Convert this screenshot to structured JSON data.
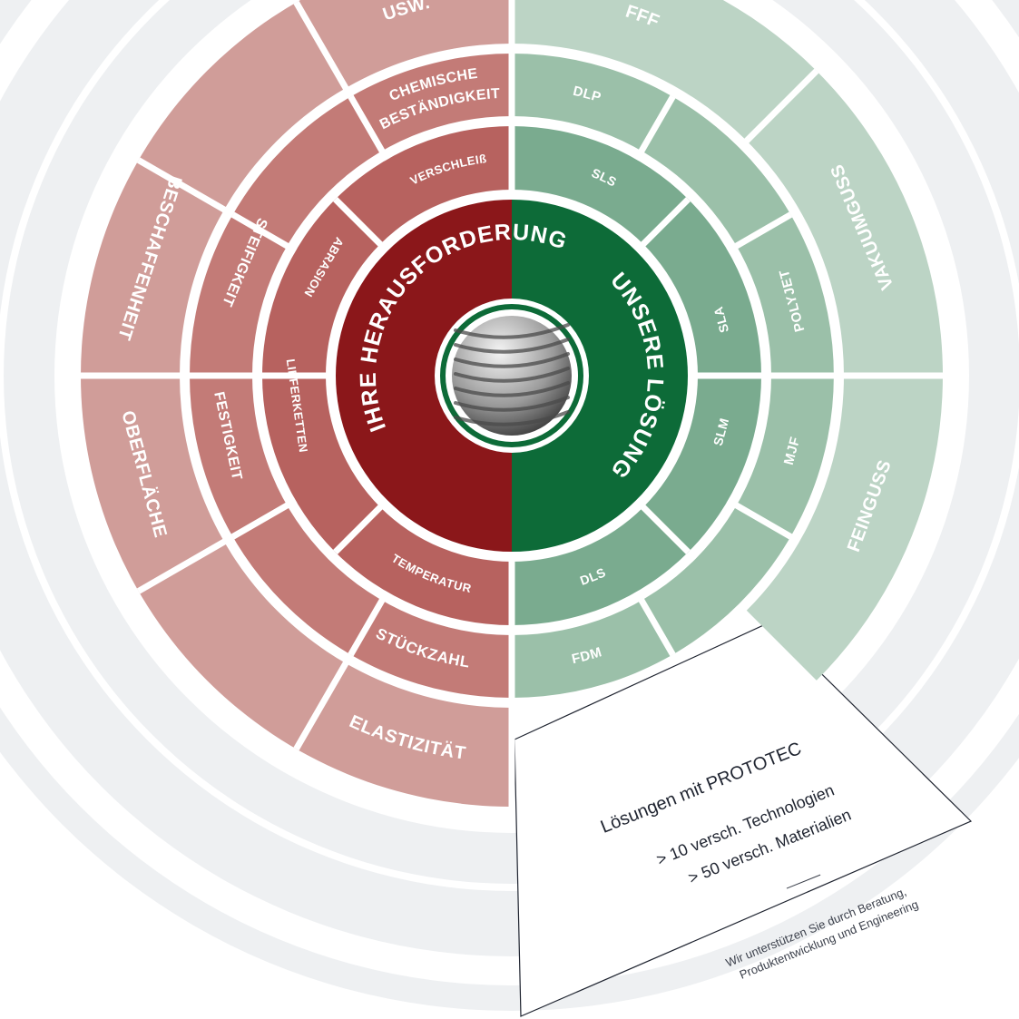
{
  "colors": {
    "background": "#ffffff",
    "backdrop_ring": "#eef0f2",
    "challenge_core": "#8b171a",
    "challenge_inner": "#b7625f",
    "challenge_middle": "#c37b77",
    "challenge_outer": "#d09d99",
    "solution_core": "#0d6b38",
    "solution_inner": "#7aab8f",
    "solution_middle": "#9bc0a9",
    "solution_outer": "#bcd4c5",
    "separator": "#ffffff",
    "callout_border": "#1f2430"
  },
  "core": {
    "challenge_label": "IHRE HERAUSFORDERUNG",
    "solution_label": "UNSERE LÖSUNG",
    "logo_icon": "striped-globe-icon"
  },
  "challenge": {
    "inner": [
      {
        "label": "LIEFERKETTEN"
      },
      {
        "label": "ABRASION"
      },
      {
        "label": "VERSCHLEIß"
      },
      {
        "label": "TEMPERATUR"
      }
    ],
    "middle": [
      {
        "label": "FESTIGKEIT"
      },
      {
        "label": "STEIFIGKEIT"
      },
      {
        "label": "CHEMISCHE"
      },
      {
        "label": "BESTÄNDIGKEIT"
      },
      {
        "label": "STÜCKZAHL"
      }
    ],
    "outer": [
      {
        "label": "OBERFLÄCHE"
      },
      {
        "label": "BESCHAFFENHEIT"
      },
      {
        "label": "USW."
      },
      {
        "label": "ELASTIZITÄT"
      }
    ]
  },
  "solution": {
    "inner": [
      {
        "label": "SLS"
      },
      {
        "label": "SLA"
      },
      {
        "label": "SLM"
      },
      {
        "label": "DLS"
      }
    ],
    "middle": [
      {
        "label": "DLP"
      },
      {
        "label": "POLYJET"
      },
      {
        "label": "MJF"
      },
      {
        "label": "FDM"
      }
    ],
    "outer": [
      {
        "label": "FFF"
      },
      {
        "label": "VAKUUMGUSS"
      },
      {
        "label": "FEINGUSS"
      }
    ]
  },
  "callout": {
    "title": "Lösungen mit PROTOTEC",
    "stat_technologies": "> 10 versch. Technologien",
    "stat_materials": "> 50 versch. Materialien",
    "note_line1": "Wir unterstützen Sie durch Beratung,",
    "note_line2": "Produktentwicklung und Engineering"
  }
}
